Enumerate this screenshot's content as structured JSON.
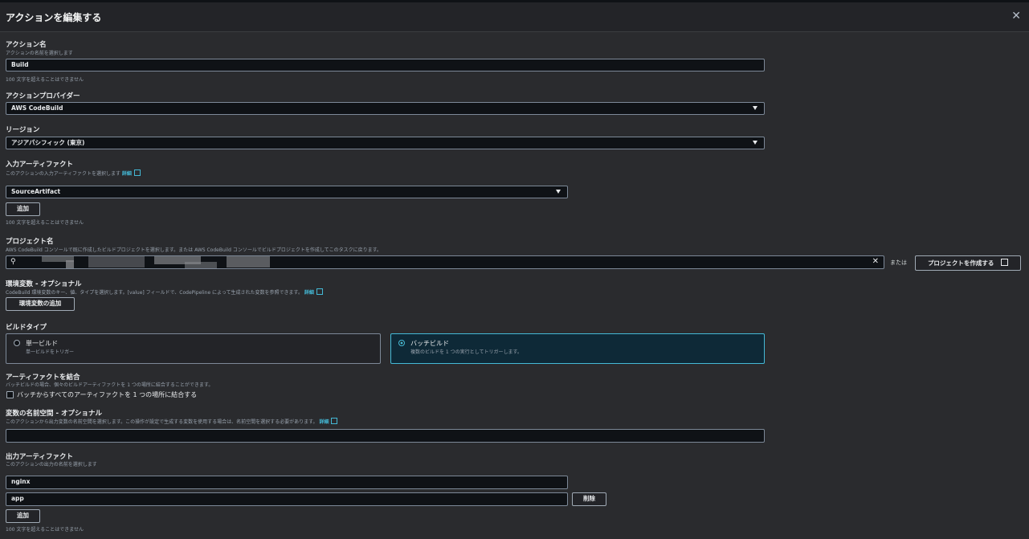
{
  "dialog": {
    "title": "アクションを編集する"
  },
  "action_name": {
    "label": "アクション名",
    "description": "アクションの名前を選択します",
    "value": "Build",
    "hint": "100 文字を超えることはできません"
  },
  "action_provider": {
    "label": "アクションプロバイダー",
    "value": "AWS CodeBuild"
  },
  "region": {
    "label": "リージョン",
    "value": "アジアパシフィック (東京)"
  },
  "input_artifacts": {
    "label": "入力アーティファクト",
    "description": "このアクションの入力アーティファクトを選択します",
    "link": "詳細",
    "value": "SourceArtifact",
    "add_button": "追加",
    "hint": "100 文字を超えることはできません"
  },
  "project_name": {
    "label": "プロジェクト名",
    "description": "AWS CodeBuild コンソールで既に作成したビルドプロジェクトを選択します。または AWS CodeBuild コンソールでビルドプロジェクトを作成してこのタスクに戻ります。",
    "or_text": "または",
    "create_button": "プロジェクトを作成する"
  },
  "env_vars": {
    "label": "環境変数 - オプショナル",
    "description": "CodeBuild 環境変数のキー、値、タイプを選択します。[value] フィールドで、CodePipeline によって生成された変数を参照できます。",
    "link": "詳細",
    "add_button": "環境変数の追加"
  },
  "build_type": {
    "label": "ビルドタイプ",
    "options": [
      {
        "title": "単一ビルド",
        "desc": "単一ビルドをトリガー",
        "selected": false
      },
      {
        "title": "バッチビルド",
        "desc": "複数のビルドを 1 つの実行としてトリガーします。",
        "selected": true
      }
    ]
  },
  "combine_artifacts": {
    "label": "アーティファクトを結合",
    "description": "バッチビルドの場合、個々のビルドアーティファクトを 1 つの場所に結合することができます。",
    "checkbox_label": "バッチからすべてのアーティファクトを 1 つの場所に結合する"
  },
  "variable_namespace": {
    "label": "変数の名前空間 - オプショナル",
    "description": "このアクションから出力変数の名前空間を選択します。この操作が設定で生成する変数を使用する場合は、名前空間を選択する必要があります。",
    "link": "詳細",
    "value": ""
  },
  "output_artifacts": {
    "label": "出力アーティファクト",
    "description": "このアクションの出力の名前を選択します",
    "items": [
      "nginx",
      "app"
    ],
    "remove_button": "削除",
    "add_button": "追加",
    "hint": "100 文字を超えることはできません"
  },
  "icons": {
    "close": "close-icon",
    "search": "search-icon",
    "clear": "clear-icon",
    "external": "external-link-icon",
    "caret": "caret-down-icon"
  },
  "colors": {
    "accent": "#44b9d6",
    "background": "#2a2b2e",
    "input_bg": "#0f1216"
  }
}
